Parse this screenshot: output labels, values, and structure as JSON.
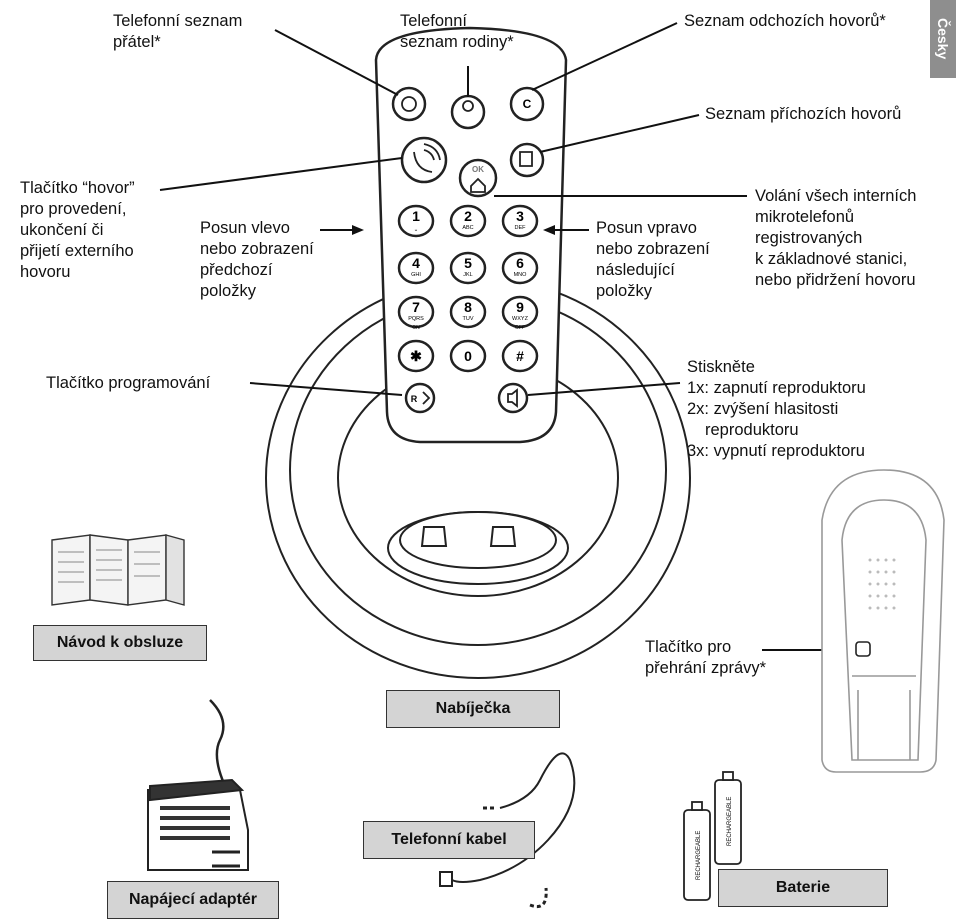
{
  "side_tab": "Česky",
  "callouts": {
    "friends_phonebook": [
      "Telefonní seznam",
      "přátel*"
    ],
    "family_phonebook": [
      "Telefonní",
      "seznam rodiny*"
    ],
    "outgoing_calls": [
      "Seznam odchozích hovorů*"
    ],
    "incoming_calls": [
      "Seznam příchozích hovorů"
    ],
    "call_button": [
      "Tlačítko “hovor”",
      "pro provedení,",
      "ukončení či",
      "přijetí externího",
      "hovoru"
    ],
    "intercom": [
      "Volání všech interních",
      "mikrotelefonů",
      "registrovaných",
      "k základnové stanici,",
      "nebo přidržení hovoru"
    ],
    "scroll_left": [
      "Posun vlevo",
      "nebo zobrazení",
      "předchozí",
      "položky"
    ],
    "scroll_right": [
      "Posun vpravo",
      "nebo zobrazení",
      "následující",
      "položky"
    ],
    "program_button": [
      "Tlačítko programování"
    ],
    "speaker": [
      "Stiskněte",
      "1x: zapnutí reproduktoru",
      "2x: zvýšení  hlasitosti",
      "reproduktoru",
      "3x: vypnutí reproduktoru"
    ],
    "message_button": [
      "Tlačítko pro",
      "přehrání zprávy*"
    ]
  },
  "boxes": {
    "manual": "Návod k obsluze",
    "charger": "Nabíječka",
    "adapter": "Napájecí adaptér",
    "cable": "Telefonní kabel",
    "batteries": "Baterie"
  },
  "keypad": [
    {
      "digit": "1",
      "sub": "⎵"
    },
    {
      "digit": "2",
      "sub": "ABC"
    },
    {
      "digit": "3",
      "sub": "DEF"
    },
    {
      "digit": "4",
      "sub": "GHI"
    },
    {
      "digit": "5",
      "sub": "JKL"
    },
    {
      "digit": "6",
      "sub": "MNO"
    },
    {
      "digit": "7",
      "sub": "PQRS"
    },
    {
      "digit": "8",
      "sub": "TUV"
    },
    {
      "digit": "9",
      "sub": "WXYZ"
    },
    {
      "digit": "✱",
      "sub": ""
    },
    {
      "digit": "0",
      "sub": ""
    },
    {
      "digit": "#",
      "sub": ""
    }
  ],
  "keys": {
    "ok": "OK",
    "clear": "C",
    "program": "R",
    "key7_extra": "ON",
    "key9_extra": "OFF"
  },
  "battery_label": "RECHARGEABLE",
  "colors": {
    "box_fill": "#d4d4d4",
    "tab_fill": "#8e8e8e",
    "ink": "#111111"
  }
}
